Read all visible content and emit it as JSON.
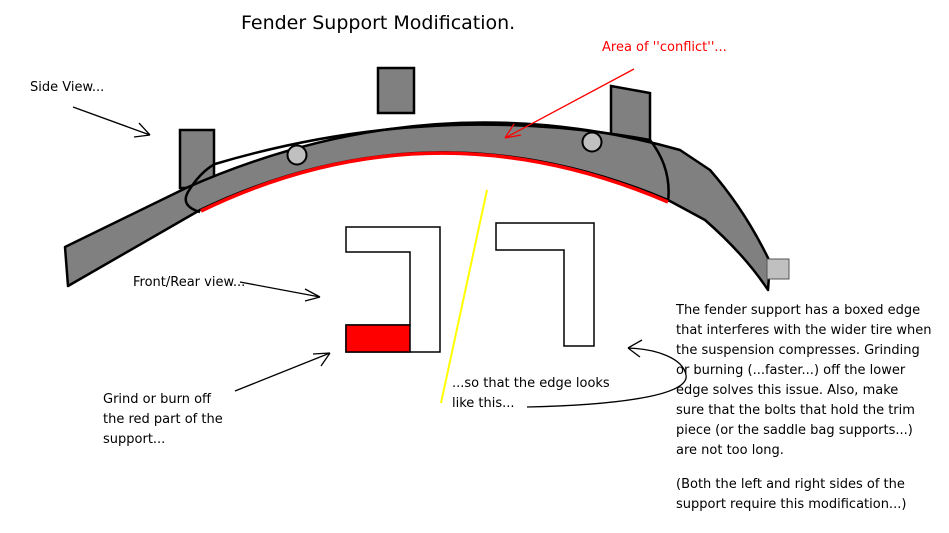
{
  "title": "Fender Support Modification.",
  "labels": {
    "conflict": "Area of ''conflict''...",
    "side_view": "Side View...",
    "front_rear_view": "Front/Rear view...",
    "grind_lines": [
      "Grind or burn off",
      "the red part of the",
      "support..."
    ],
    "edge_lines": [
      "...so that the edge looks",
      "like this..."
    ]
  },
  "description_lines": [
    "The fender support has a boxed edge",
    "that interferes with the wider tire when",
    "the suspension compresses.  Grinding",
    "or burning (...faster...) off the lower",
    "edge solves this issue.  Also, make",
    "sure that the bolts that hold the trim",
    "piece (or the saddle bag supports...)",
    "are not too long."
  ],
  "note_lines": [
    "(Both the left and right sides of the",
    "support require this modification...)"
  ],
  "colors": {
    "fender": "#808080",
    "highlight": "#ff0000",
    "bolt": "#c0c0c0",
    "divider": "#ffff00",
    "outline": "#000000"
  }
}
